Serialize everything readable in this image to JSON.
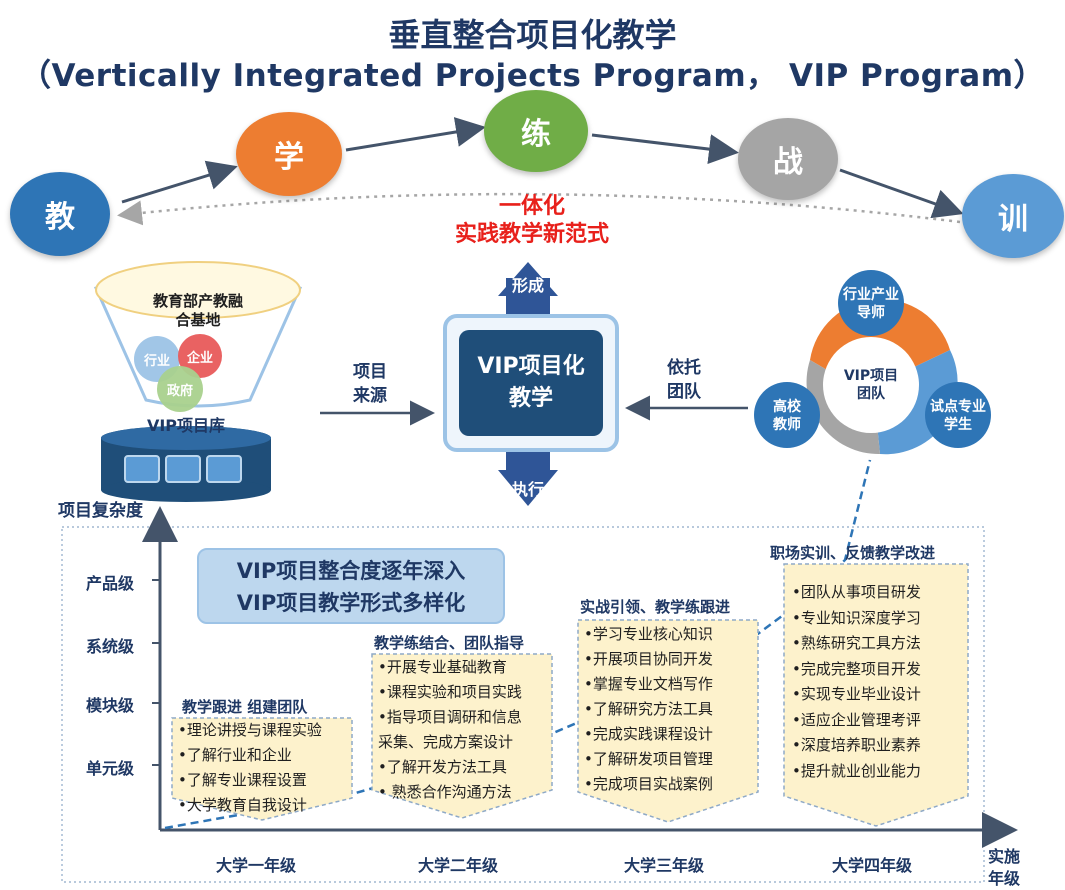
{
  "title": {
    "zh": "垂直整合项目化教学",
    "en": "（Vertically Integrated Projects Program， VIP Program）"
  },
  "cycle": {
    "nodes": [
      "教",
      "学",
      "练",
      "战",
      "训"
    ],
    "colors": [
      "#2e75b6",
      "#ed7d31",
      "#70ad47",
      "#a5a5a5",
      "#5b9bd5"
    ],
    "paradigm_line1": "一体化",
    "paradigm_line2": "实践教学新范式"
  },
  "arrows": {
    "form": "形成",
    "execute": "执行",
    "source_line1": "项目",
    "source_line2": "来源",
    "rely_line1": "依托",
    "rely_line2": "团队"
  },
  "core": {
    "line1": "VIP项目化",
    "line2": "教学"
  },
  "funnel": {
    "top_line1": "教育部产教融",
    "top_line2": "合基地",
    "ball1": "行业",
    "ball2": "企业",
    "ball3": "政府",
    "library": "VIP项目库"
  },
  "team": {
    "center_line1": "VIP项目",
    "center_line2": "团队",
    "industry_line1": "行业产业",
    "industry_line2": "导师",
    "teacher_line1": "高校",
    "teacher_line2": "教师",
    "student_line1": "试点专业",
    "student_line2": "学生"
  },
  "axes": {
    "y_label": "项目复杂度",
    "x_label_line1": "实施",
    "x_label_line2": "年级",
    "levels": [
      "产品级",
      "系统级",
      "模块级",
      "单元级"
    ],
    "years": [
      "大学一年级",
      "大学二年级",
      "大学三年级",
      "大学四年级"
    ]
  },
  "info": {
    "line1": "VIP项目整合度逐年深入",
    "line2": "VIP项目教学形式多样化"
  },
  "stages": [
    {
      "title": "教学跟进  组建团队",
      "items": [
        "•理论讲授与课程实验",
        "•了解行业和企业",
        "•了解专业课程设置",
        "•大学教育自我设计"
      ]
    },
    {
      "title": "教学练结合、团队指导",
      "items": [
        "•开展专业基础教育",
        "•课程实验和项目实践",
        "•指导项目调研和信息",
        "采集、完成方案设计",
        "•了解开发方法工具",
        "• 熟悉合作沟通方法"
      ]
    },
    {
      "title": "实战引领、教学练跟进",
      "items": [
        "•学习专业核心知识",
        "•开展项目协同开发",
        "•掌握专业文档写作",
        "•了解研究方法工具",
        "•完成实践课程设计",
        "•了解研发项目管理",
        "•完成项目实战案例"
      ]
    },
    {
      "title": "职场实训、反馈教学改进",
      "items": [
        "•团队从事项目研发",
        "•专业知识深度学习",
        "•熟练研究工具方法",
        "•完成完整项目开发",
        "•实现专业毕业设计",
        "•适应企业管理考评",
        "•深度培养职业素养",
        "•提升就业创业能力"
      ]
    }
  ]
}
